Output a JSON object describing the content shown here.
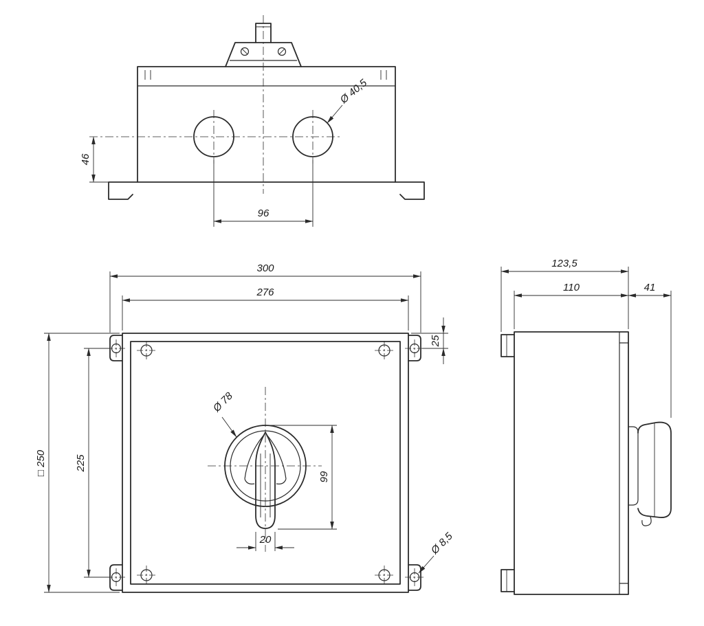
{
  "canvas": {
    "background": "#ffffff",
    "line_color": "#2b2b2b"
  },
  "views": {
    "top": {
      "dims": {
        "hole_diameter": "Ø 40,5",
        "center_to_bottom": "46",
        "hole_spacing": "96"
      }
    },
    "front": {
      "dims": {
        "overall_width": "300",
        "body_width": "276",
        "flange_hole_offset": "25",
        "square_size": "□ 250",
        "hole_spacing": "225",
        "handle_reach": "99",
        "handle_width": "20",
        "flange_hole_diameter": "Ø 8,5",
        "handle_diameter": "Ø 78"
      }
    },
    "side": {
      "dims": {
        "overall_depth": "123,5",
        "body_depth": "110",
        "handle_protrusion": "41"
      }
    }
  }
}
